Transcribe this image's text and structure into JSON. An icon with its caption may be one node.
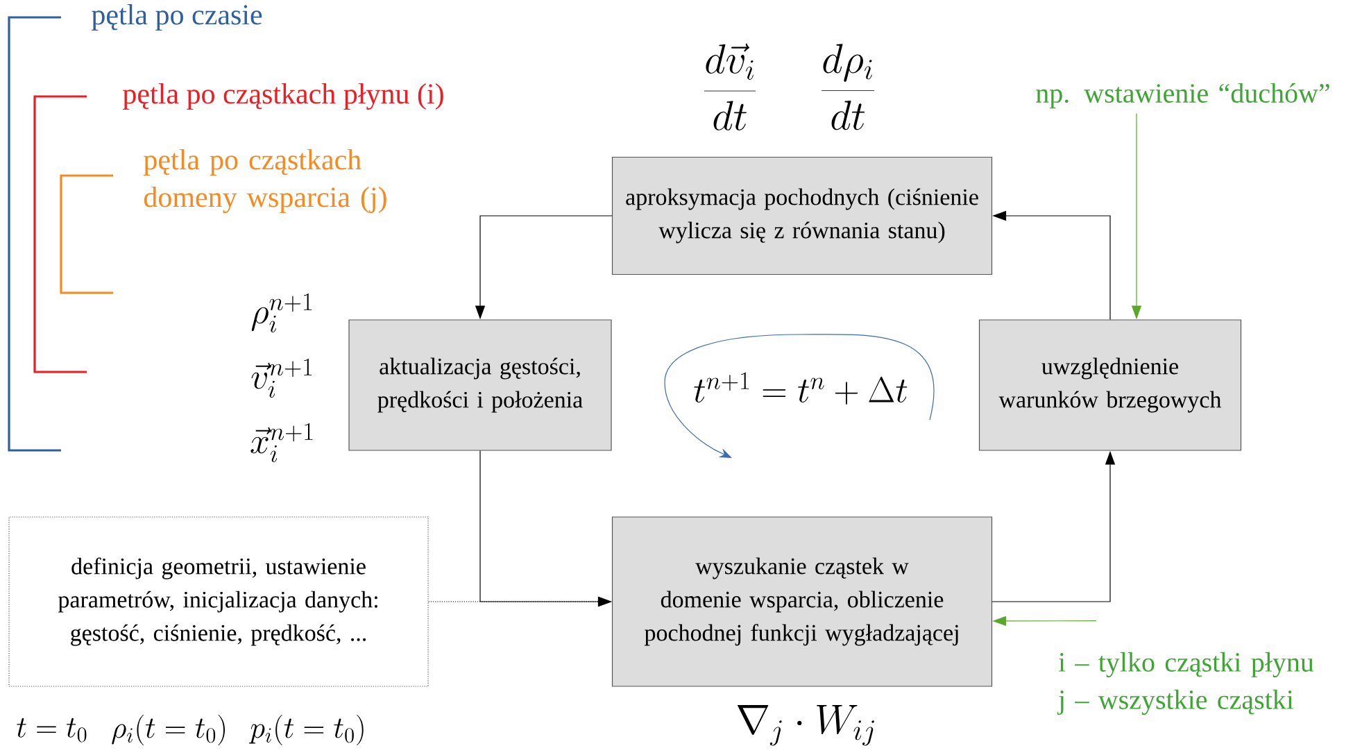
{
  "diagram": {
    "nodes": [
      {
        "text": [
          "aproksymacja pochodnych (ciśnienie wylicza się z równania stanu)"
        ]
      },
      {
        "text": [
          "aktualizacja gęstości, prędkości i położenia"
        ]
      },
      {
        "text": [
          "uwzględnienie warunków brzegowych"
        ]
      },
      {
        "text": [
          "definicja geometrii, ustawienie parametrów, inicjalizacja danych: gęstość, ciśnienie, prędkość, ..."
        ]
      },
      {
        "text": [
          "wyszukanie cząstek w domenie wsparcia, obliczenie pochodnej funkcji wygładzającej"
        ]
      },
      {
        "text": [
          "np. wstawienie “duchów”"
        ]
      },
      {
        "text": [
          "i – tylko cząstki płynu",
          "j – wszystkie cząstki"
        ]
      }
    ],
    "edges": [
      {
        "from": 0,
        "to": 1,
        "arrow": "to"
      },
      {
        "from": 1,
        "to": 4,
        "arrow": "to"
      },
      {
        "from": 3,
        "to": 4,
        "arrow": "to",
        "style": "dashed"
      },
      {
        "from": 4,
        "to": 2,
        "arrow": "to"
      },
      {
        "from": 2,
        "to": 0,
        "arrow": "to"
      },
      {
        "from": 5,
        "to": 2,
        "arrow": "to",
        "color": "#5aa72a"
      },
      {
        "from": 6,
        "to": 4,
        "arrow": "to",
        "color": "#5aa72a"
      }
    ],
    "labels": [
      "pętla po czasie",
      "\\frac{d\\vec{v}_i}{dt}",
      "\\frac{d\\rho_i}{dt}",
      "pętla po cząstkach płynu (i)",
      "pętla po cząstkach domeny wsparcia (j)",
      "\\rho_i^{n+1}",
      "\\vec{v}_i^{n+1}",
      "t^{n+1}=t^n+\\Delta t",
      "\\vec{x}_i^{n+1}",
      "t=t_0",
      "\\rho_i(t=t_0)",
      "p_i(t=t_0)",
      "\\nabla_j\\cdot W_{ij}"
    ]
  }
}
